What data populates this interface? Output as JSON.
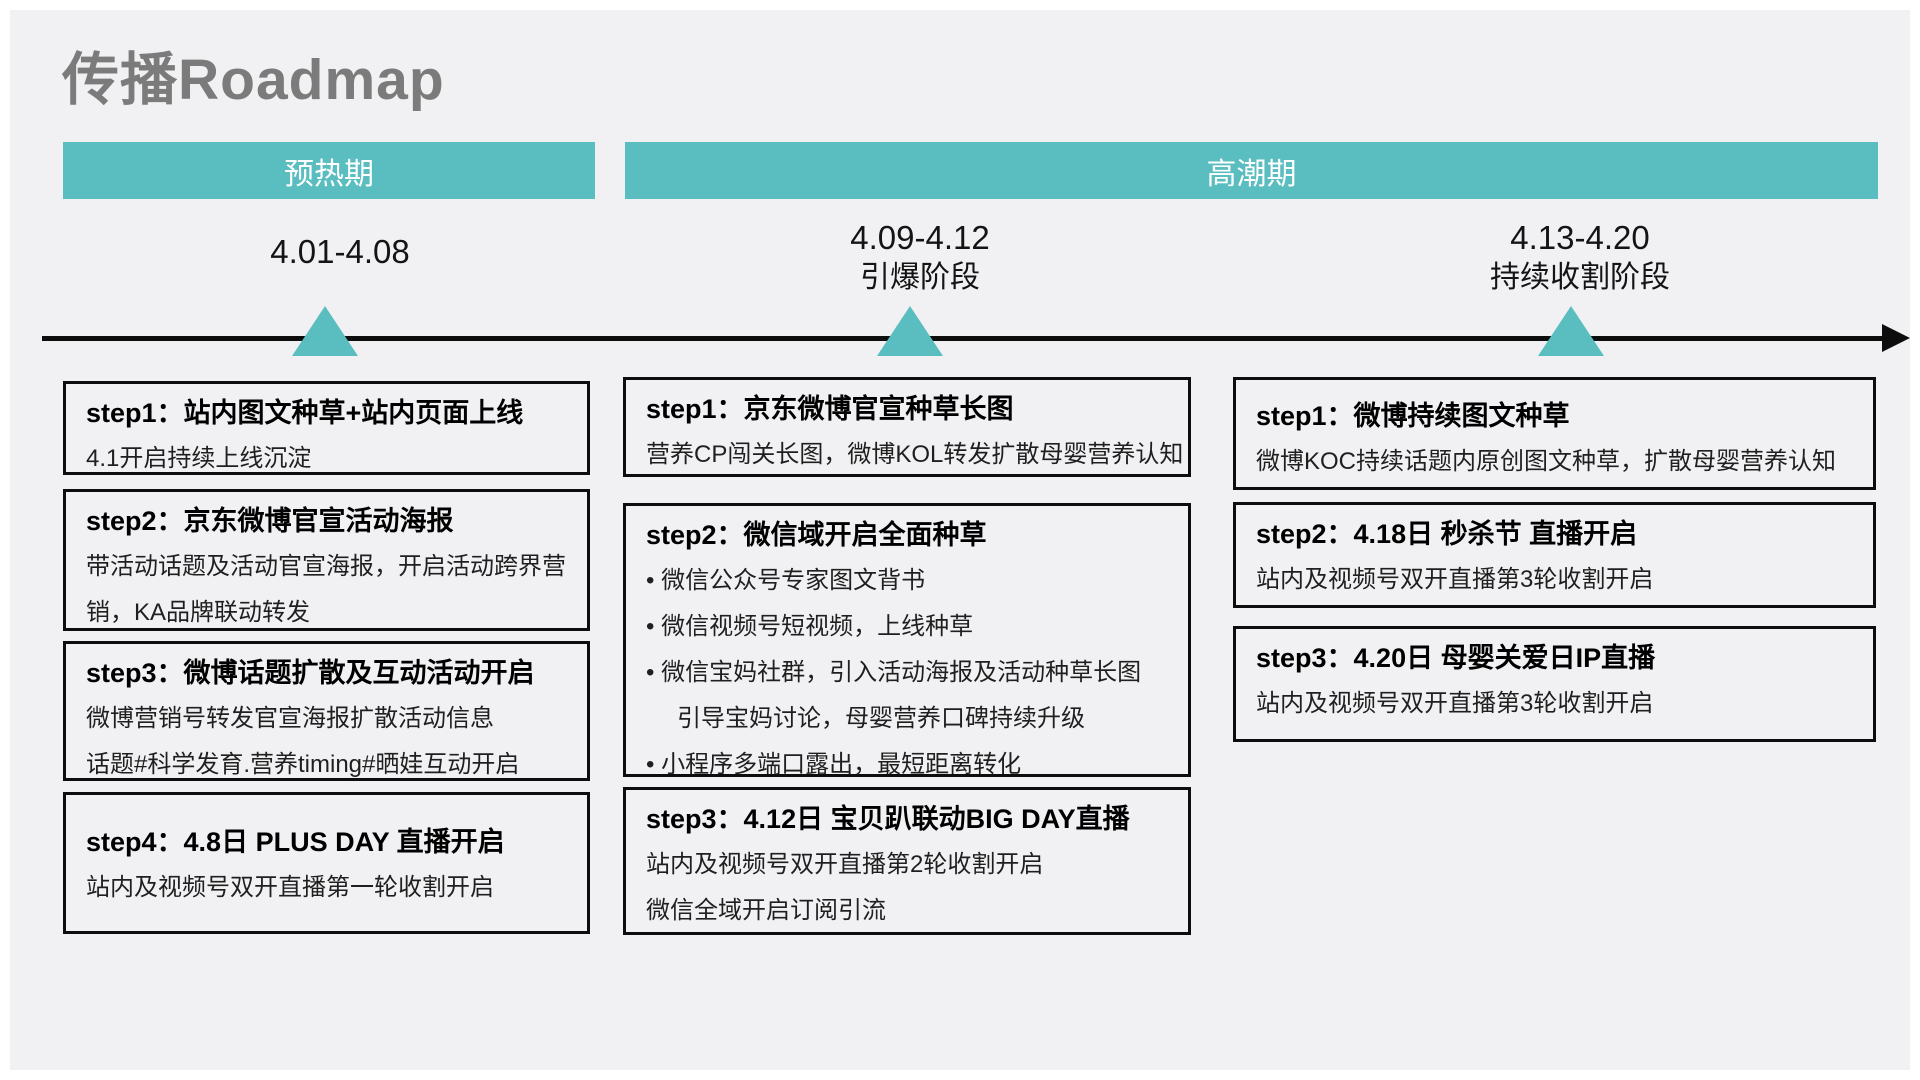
{
  "title": {
    "zh": "传播",
    "en": "Roadmap"
  },
  "phases": [
    {
      "label": "预热期"
    },
    {
      "label": "高潮期"
    }
  ],
  "milestones": [
    {
      "date": "4.01-4.08",
      "stage": ""
    },
    {
      "date": "4.09-4.12",
      "stage": "引爆阶段"
    },
    {
      "date": "4.13-4.20",
      "stage": "持续收割阶段"
    }
  ],
  "colors": {
    "accent_teal": "#5abec0",
    "title_gray": "#7b7b7b",
    "slide_background": "#f1f1f3",
    "box_border": "#0d0d0d"
  },
  "columns": [
    {
      "boxes": [
        {
          "title": "step1：站内图文种草+站内页面上线",
          "body": [
            "4.1开启持续上线沉淀"
          ]
        },
        {
          "title": "step2：京东微博官宣活动海报",
          "body": [
            "带活动话题及活动官宣海报，开启活动跨界营",
            "销，KA品牌联动转发"
          ]
        },
        {
          "title": "step3：微博话题扩散及互动活动开启",
          "body": [
            "微博营销号转发官宣海报扩散活动信息",
            "话题#科学发育.营养timing#晒娃互动开启"
          ]
        },
        {
          "title": "step4：4.8日 PLUS DAY 直播开启",
          "body": [
            "站内及视频号双开直播第一轮收割开启"
          ]
        }
      ]
    },
    {
      "boxes": [
        {
          "title": "step1：京东微博官宣种草长图",
          "body": [
            "营养CP闯关长图，微博KOL转发扩散母婴营养认知"
          ]
        },
        {
          "title": "step2：微信域开启全面种草",
          "body": [
            "•  微信公众号专家图文背书",
            "•  微信视频号短视频，上线种草",
            "•  微信宝妈社群，引入活动海报及活动种草长图",
            "引导宝妈讨论，母婴营养口碑持续升级",
            "•  小程序多端口露出，最短距离转化"
          ]
        },
        {
          "title": "step3：4.12日 宝贝趴联动BIG DAY直播",
          "body": [
            "站内及视频号双开直播第2轮收割开启",
            "微信全域开启订阅引流"
          ]
        }
      ]
    },
    {
      "boxes": [
        {
          "title": "step1：微博持续图文种草",
          "body": [
            "微博KOC持续话题内原创图文种草，扩散母婴营养认知"
          ]
        },
        {
          "title": "step2：4.18日 秒杀节 直播开启",
          "body": [
            "站内及视频号双开直播第3轮收割开启"
          ]
        },
        {
          "title": "step3：4.20日 母婴关爱日IP直播",
          "body": [
            "站内及视频号双开直播第3轮收割开启"
          ]
        }
      ]
    }
  ]
}
